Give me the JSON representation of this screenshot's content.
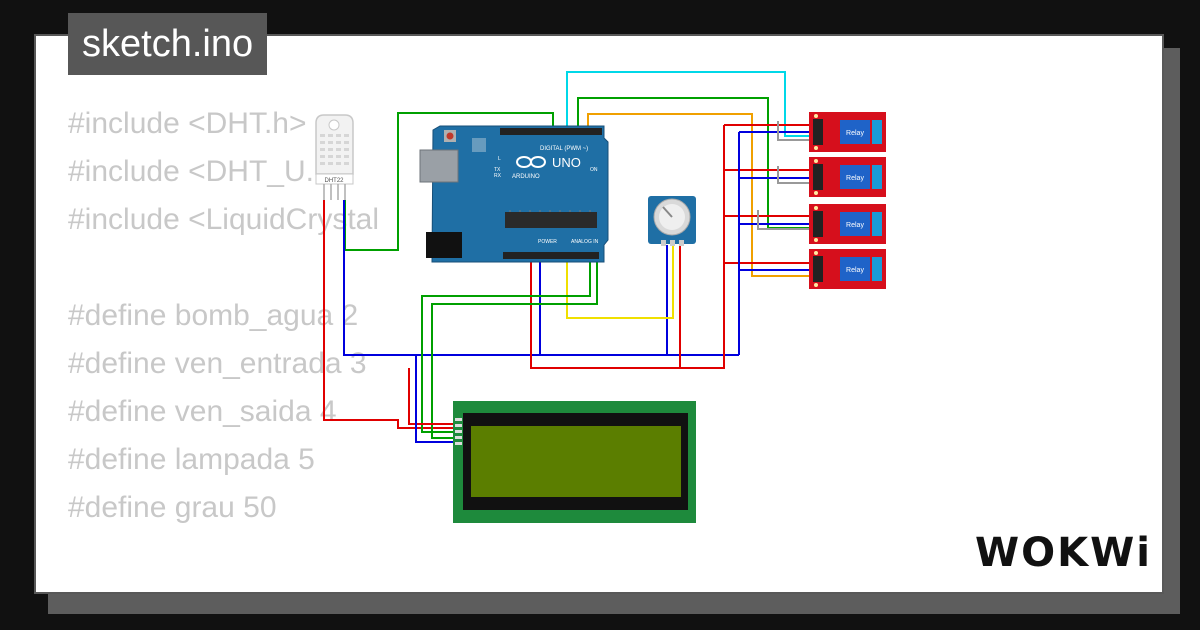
{
  "sketch": {
    "title": "sketch.ino"
  },
  "code": {
    "lines": [
      "#include <DHT.h>",
      "#include <DHT_U.h>",
      "#include <LiquidCrystal",
      "",
      "#define bomb_agua 2",
      "#define ven_entrada 3",
      "#define ven_saida 4",
      "#define lampada 5",
      "#define grau 50"
    ]
  },
  "components": {
    "dht": {
      "label": "DHT22"
    },
    "arduino": {
      "digital_label": "DIGITAL (PWM ~)",
      "model": "UNO",
      "brand": "ARDUINO",
      "power_label": "POWER",
      "analog_label": "ANALOG IN",
      "led_l": "L",
      "led_tx": "TX",
      "led_rx": "RX",
      "led_on": "ON"
    },
    "relays": [
      {
        "label": "Relay"
      },
      {
        "label": "Relay"
      },
      {
        "label": "Relay"
      },
      {
        "label": "Relay"
      }
    ]
  },
  "colors": {
    "background": "#111111",
    "card": "#ffffff",
    "tag": "#575757",
    "code_text": "#c8c8c8",
    "wire_red": "#e00000",
    "wire_blue": "#0000dd",
    "wire_green": "#00a000",
    "wire_yellow": "#f0e000",
    "wire_cyan": "#00d8e8",
    "wire_orange": "#f0a000",
    "board": "#1f6fa5",
    "relay": "#d60f1c",
    "lcd_screen": "#5b7e00"
  },
  "logo": {
    "text": "WOKWi"
  }
}
